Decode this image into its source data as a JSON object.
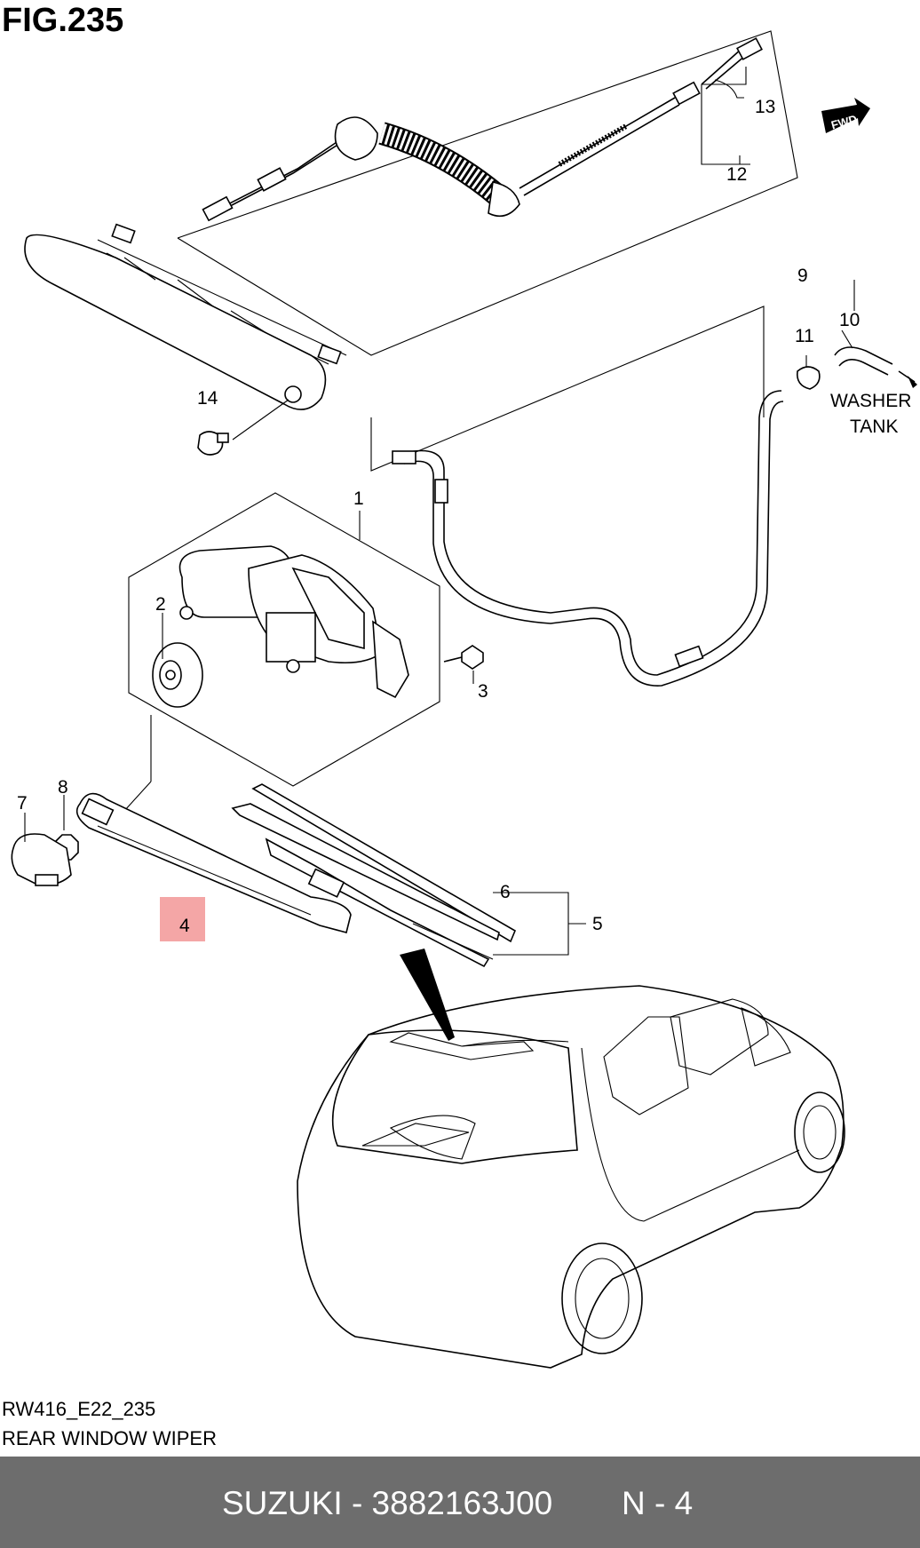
{
  "figure_title": "FIG.235",
  "reference_code": "RW416_E22_235",
  "caption": "REAR WINDOW WIPER",
  "fwd_label": "FWD",
  "washer_tank_label": [
    "WASHER",
    "TANK"
  ],
  "callouts": {
    "c1": "1",
    "c2": "2",
    "c3": "3",
    "c4": "4",
    "c5": "5",
    "c6": "6",
    "c7": "7",
    "c8": "8",
    "c9": "9",
    "c10": "10",
    "c11": "11",
    "c12": "12",
    "c13": "13",
    "c14": "14"
  },
  "highlight_color": "#f4a6a6",
  "footer": {
    "part_text": "SUZUKI - 3882163J00",
    "position_text": "N - 4",
    "background": "#6d6d6d"
  }
}
